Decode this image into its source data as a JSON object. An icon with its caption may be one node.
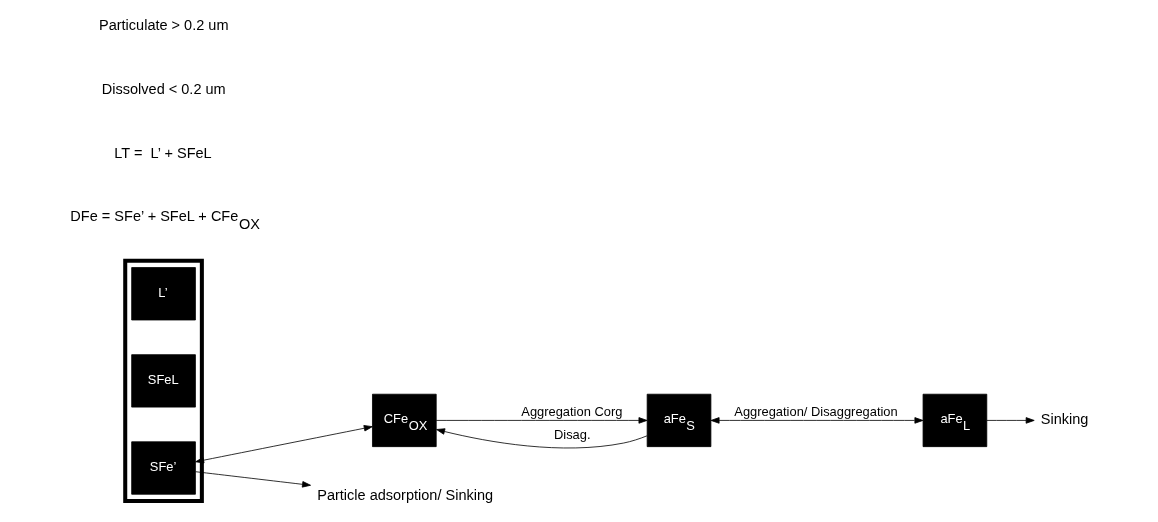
{
  "diagram": {
    "nodes": [
      {
        "text": [],
        "shape": "triangle"
      },
      {
        "text": [
          "L’"
        ],
        "in": 0
      },
      {
        "text": [
          "SFeL"
        ],
        "in": 0
      },
      {
        "text": [
          "SFe’"
        ],
        "in": 0
      },
      {
        "text": [
          "CFe$_{OX}$"
        ]
      },
      {
        "text": [
          "aFe$_{S}$"
        ]
      },
      {
        "text": [
          "aFe$_{L}$"
        ]
      },
      {
        "text": [
          "Particle adsorption/ Sinking"
        ]
      },
      {
        "text": [
          "Sinking"
        ]
      }
    ],
    "edges": [
      {
        "from": 3,
        "to": 4,
        "arrow": "both"
      },
      {
        "from": 4,
        "to": 5,
        "arrow": "to",
        "label": "Aggregation Corg"
      },
      {
        "from": 5,
        "to": 4,
        "arrow": "to",
        "label": "Disag."
      },
      {
        "from": 5,
        "to": 6,
        "arrow": "both",
        "label": "Aggregation/ Disaggregation"
      },
      {
        "from": 3,
        "to": 7,
        "arrow": "to"
      },
      {
        "from": 6,
        "to": 8,
        "arrow": "to"
      }
    ],
    "labels": [
      "DFe = SFe’ + SFeL + CFe$_{OX}$",
      "LT =  L’ + SFeL",
      "Dissolved < 0.2 um",
      "Particulate > 0.2 um"
    ]
  }
}
